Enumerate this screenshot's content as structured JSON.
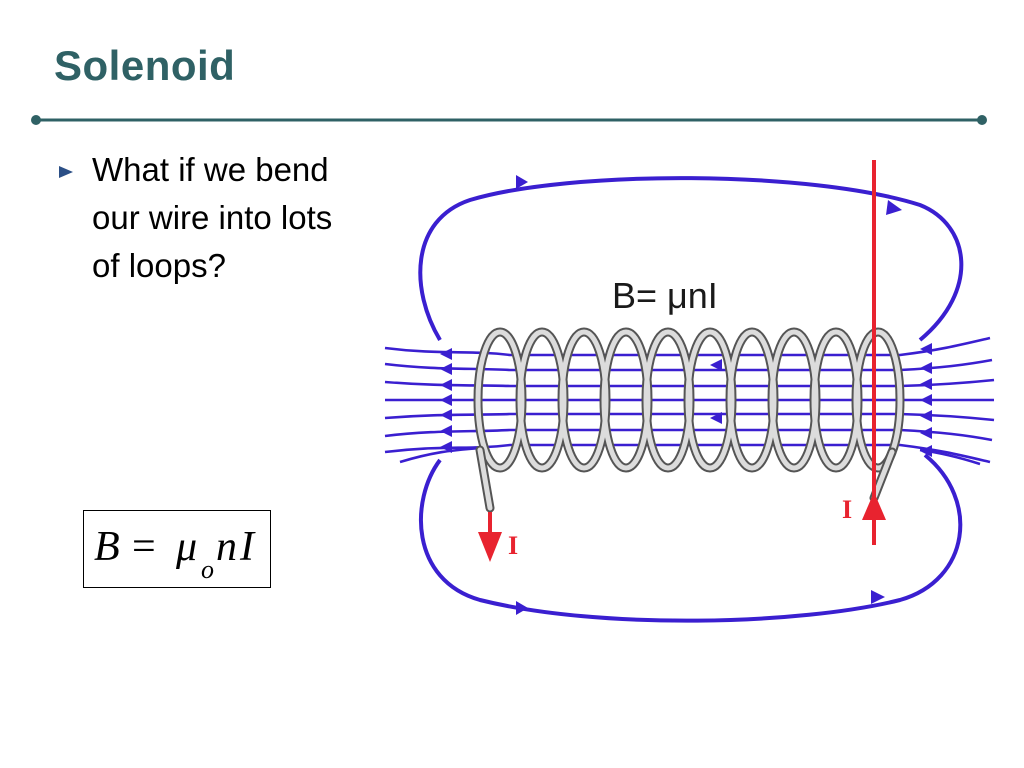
{
  "slide": {
    "title": "Solenoid",
    "bullet": "What if we bend our wire into lots of loops?",
    "formula": {
      "B": "B",
      "eq": "=",
      "mu": "μ",
      "sub": "o",
      "n": "n",
      "I": "I"
    }
  },
  "diagram": {
    "equation_label": "B= μnI",
    "current_label_left": "I",
    "current_label_right": "I",
    "colors": {
      "field_lines": "#3a1fd0",
      "coil": "#d9d9d9",
      "current_arrow": "#e8232f",
      "title": "#2f6165"
    }
  }
}
